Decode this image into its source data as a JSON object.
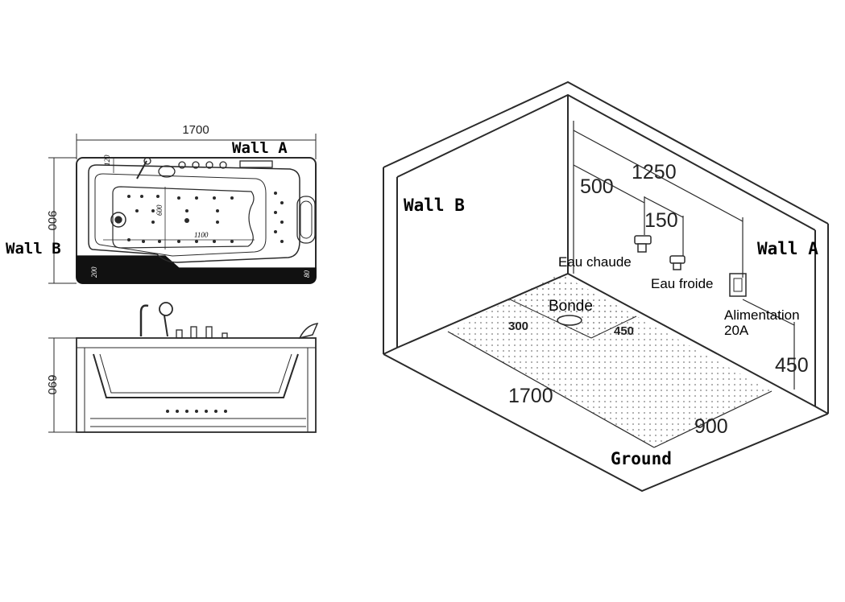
{
  "top_view": {
    "width": "1700",
    "depth": "900",
    "wall_a": "Wall A",
    "wall_b": "Wall B",
    "dim_120": "120",
    "dim_600": "600",
    "dim_1100": "1100",
    "dim_200": "200",
    "dim_80": "80"
  },
  "side_view": {
    "height": "690"
  },
  "room": {
    "wall_b": "Wall B",
    "wall_a": "Wall A",
    "ground": "Ground",
    "dim_1250": "1250",
    "dim_500": "500",
    "dim_150": "150",
    "dim_450_right": "450",
    "dim_1700": "1700",
    "dim_900": "900",
    "dim_300": "300",
    "dim_450_drain": "450",
    "hot_water": "Eau chaude",
    "cold_water": "Eau froide",
    "drain": "Bonde",
    "power_line1": "Alimentation",
    "power_line2": "20A"
  },
  "colors": {
    "line": "#2a2a2a",
    "dark_band": "#111111",
    "floor_dots": "#9a9a9a"
  }
}
